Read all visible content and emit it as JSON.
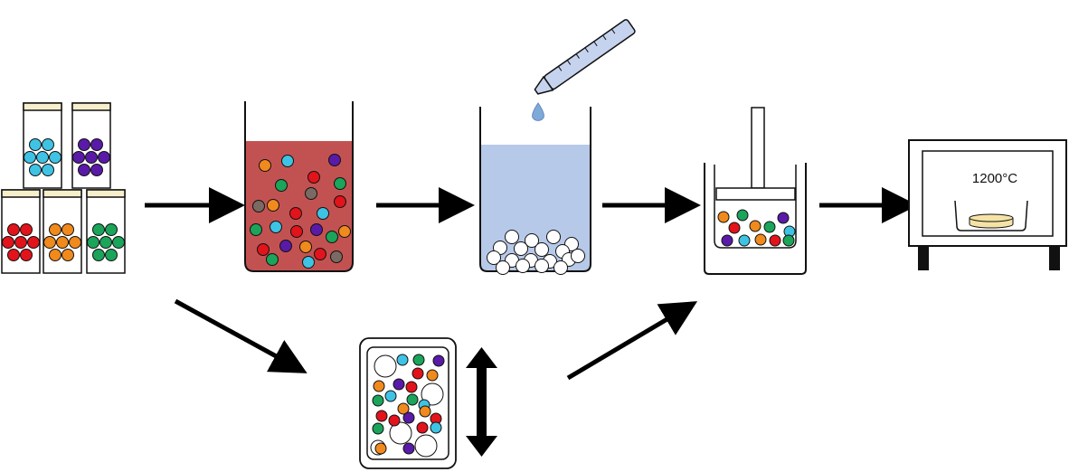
{
  "colors": {
    "cyan": "#3fc3e4",
    "purple": "#5a1aa8",
    "red": "#e3131b",
    "orange": "#f18a1c",
    "green": "#1aa55a",
    "grey": "#7a6a63",
    "slurry": "#c25252",
    "water": "#b7c9e8",
    "lid": "#f7eecb",
    "pellet": "#f5e3a6",
    "stroke": "#111111"
  },
  "steps": {
    "powders": {
      "vials": [
        "cyan",
        "purple",
        "red",
        "orange",
        "green"
      ]
    },
    "slurry": {
      "liquid": "slurry"
    },
    "freeze": {
      "liquid": "water",
      "ball": "white"
    },
    "press": {},
    "furnace": {
      "temperature_label": "1200°C"
    },
    "milling": {
      "shaker": "bidirectional-arrow"
    }
  }
}
